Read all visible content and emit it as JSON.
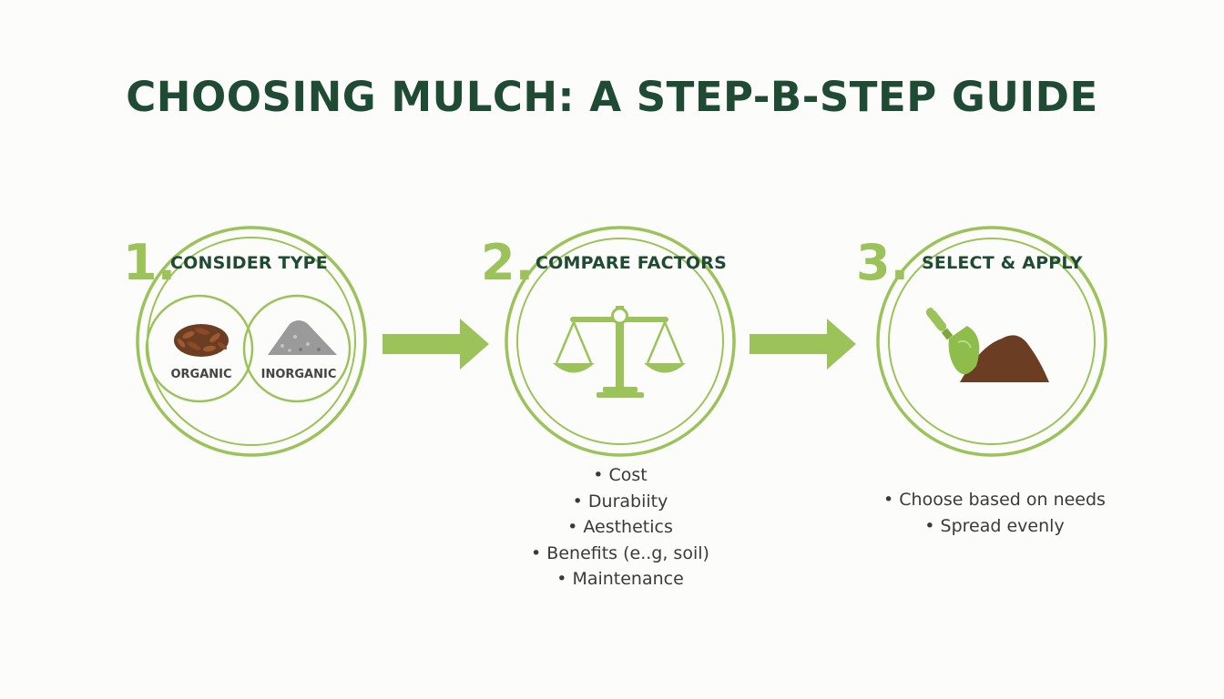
{
  "title": "CHOOSING MULCH: A STEP-B-STEP GUIDE",
  "colors": {
    "title": "#1f4a33",
    "accent": "#9cc35a",
    "soil": "#6b3e24",
    "stone": "#9a9a9a"
  },
  "steps": [
    {
      "number": "1.",
      "label": "CONSIDER TYPE",
      "options": [
        {
          "label": "ORGANIC",
          "icon": "wood-chips-icon"
        },
        {
          "label": "INORGANIC",
          "icon": "gravel-pile-icon"
        }
      ],
      "bullets": []
    },
    {
      "number": "2.",
      "label": "COMPARE FACTORS",
      "icon": "balance-scale-icon",
      "bullets": [
        "Cost",
        "Durabiity",
        "Aesthetics",
        "Benefits (e..g, soil)",
        "Maintenance"
      ]
    },
    {
      "number": "3.",
      "label": "SELECT & APPLY",
      "icon": "trowel-soil-icon",
      "bullets": [
        "Choose based on needs",
        "Spread evenly"
      ]
    }
  ]
}
